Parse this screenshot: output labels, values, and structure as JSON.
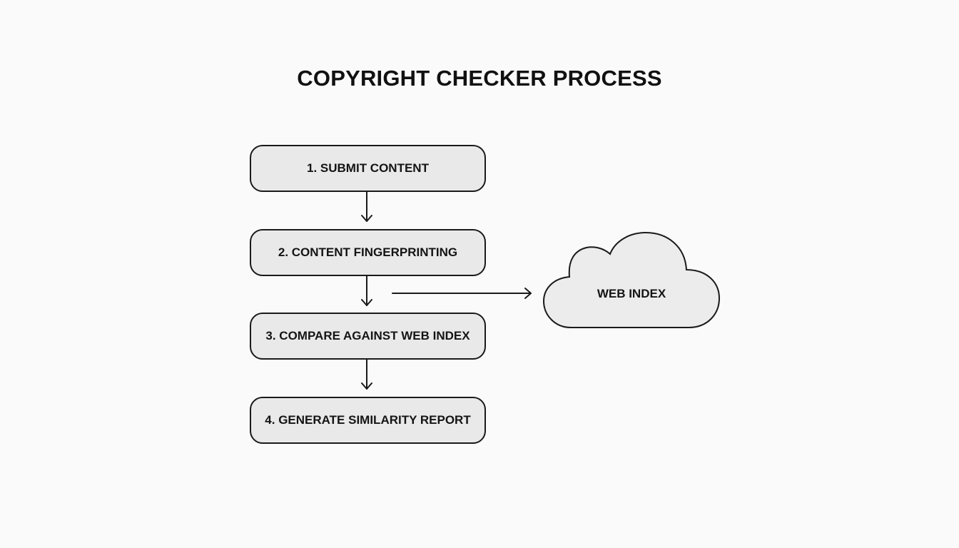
{
  "title": "COPYRIGHT CHECKER PROCESS",
  "steps": [
    {
      "label": "1. SUBMIT CONTENT"
    },
    {
      "label": "2. CONTENT FINGERPRINTING"
    },
    {
      "label": "3. COMPARE AGAINST WEB INDEX"
    },
    {
      "label": "4. GENERATE SIMILARITY REPORT"
    }
  ],
  "external": {
    "label": "WEB INDEX",
    "shape": "cloud-icon"
  },
  "colors": {
    "box_fill": "#e9e9e9",
    "stroke": "#1a1a1a",
    "background": "#fafafa"
  }
}
